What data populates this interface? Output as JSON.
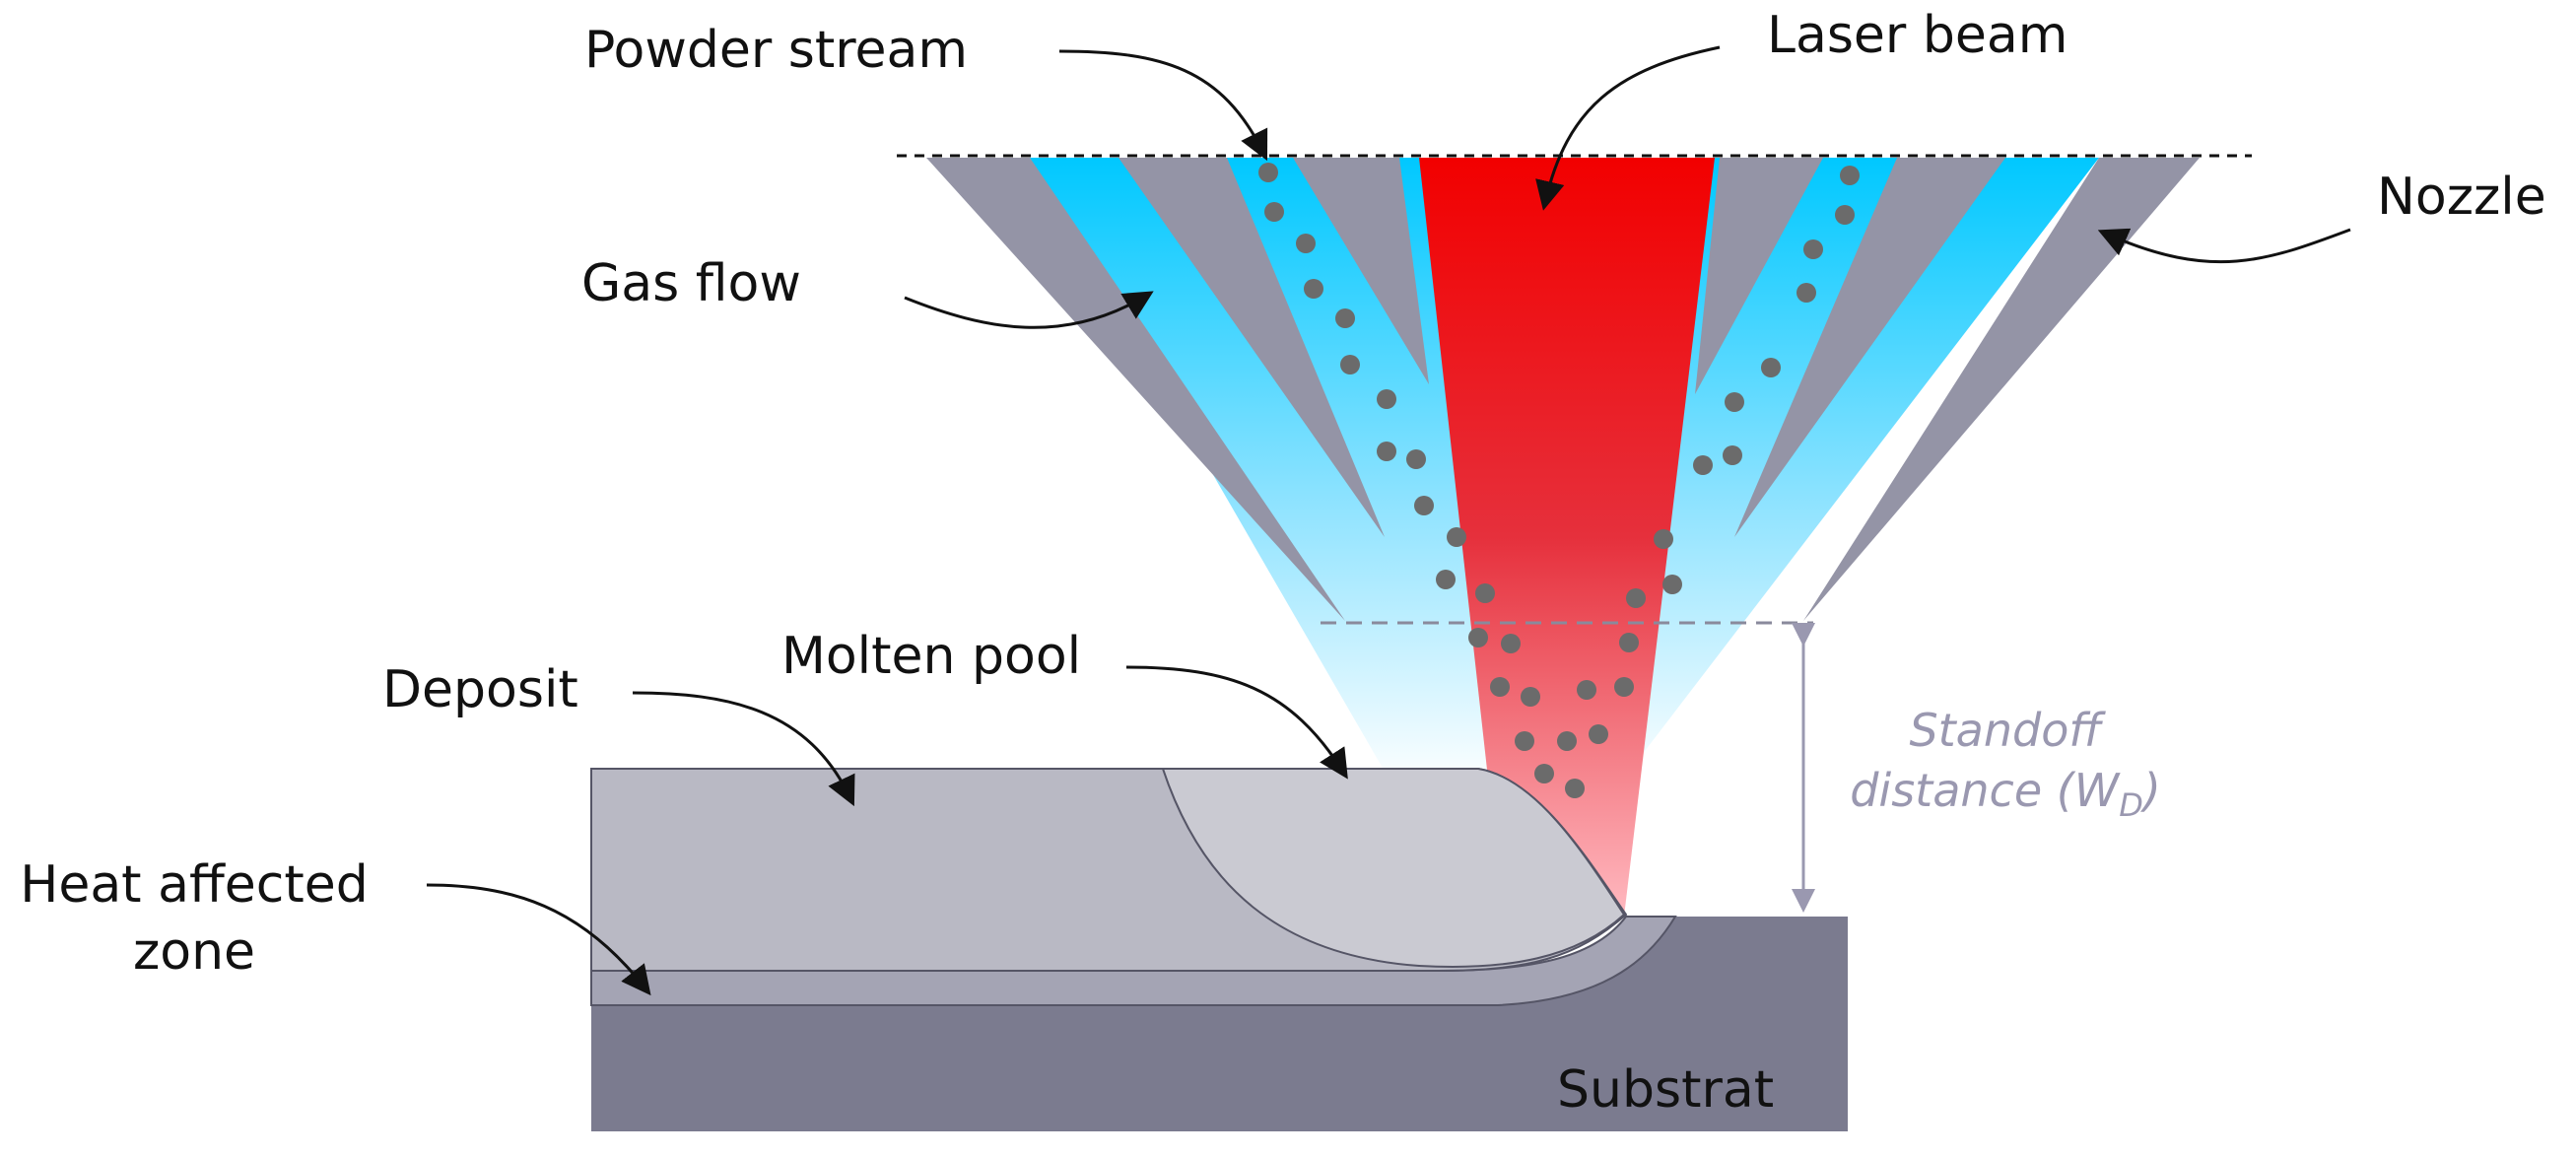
{
  "labels": {
    "powder_stream": "Powder stream",
    "laser_beam": "Laser beam",
    "nozzle": "Nozzle",
    "gas_flow": "Gas flow",
    "deposit": "Deposit",
    "molten_pool": "Molten pool",
    "heat_affected_zone_line1": "Heat affected",
    "heat_affected_zone_line2": "zone",
    "substrate": "Substrat",
    "standoff_line1": "Standoff",
    "standoff_line2_prefix": "distance (W",
    "standoff_subscript": "D",
    "standoff_line2_suffix": ")"
  },
  "colors": {
    "nozzle": "#9494a6",
    "gas_top": "#00c8ff",
    "gas_bottom": "#ffffff",
    "laser_top": "#f20000",
    "laser_bottom": "#ffb3b8",
    "powder_particle": "#6b6b6b",
    "deposit": "#b9b9c4",
    "molten_pool": "#cacad2",
    "haz": "#a4a4b4",
    "substrate": "#7b7b8f",
    "standoff_text": "#9a98b0",
    "arrow": "#111111"
  }
}
